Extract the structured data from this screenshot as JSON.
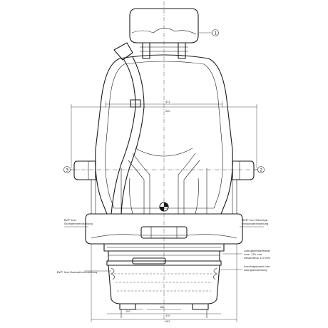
{
  "callouts": [
    "1",
    "2",
    "3"
  ],
  "labels": {
    "left_upper": [
      "BVP* fuer",
      "Sitzhoeheneinstellung"
    ],
    "right_upper": [
      "BVP* fuer Sitzneige-",
      "neigungseinstellung"
    ],
    "right_mid": [
      "Lueingseinstellhebel",
      "max. 125 mm",
      "Gesamthub 110 mm"
    ],
    "right_lower": [
      "Anschlagstueck fuer",
      "Laengseinstellung"
    ],
    "left_lower": [
      "BVP* fuer Daempferverstellung"
    ]
  },
  "dimensions": {
    "upper_width": "412",
    "lower_width": "530",
    "base_width": "370",
    "rail_width": "180",
    "bottom_small": "150",
    "bottom_overall": "592"
  }
}
